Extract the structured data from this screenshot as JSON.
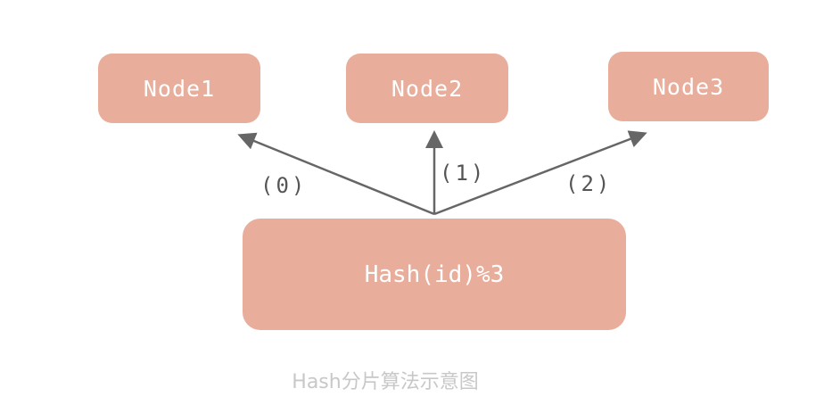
{
  "diagram": {
    "nodes": [
      {
        "label": "Node1"
      },
      {
        "label": "Node2"
      },
      {
        "label": "Node3"
      }
    ],
    "hash_box": {
      "label": "Hash(id)%3"
    },
    "edges": [
      {
        "label": "(0)",
        "target": "Node1"
      },
      {
        "label": "(1)",
        "target": "Node2"
      },
      {
        "label": "(2)",
        "target": "Node3"
      }
    ],
    "caption": "Hash分片算法示意图",
    "colors": {
      "box_fill": "#e8ad9b",
      "box_text": "#ffffff",
      "arrow": "#666666",
      "caption": "#c8c8c8"
    }
  }
}
